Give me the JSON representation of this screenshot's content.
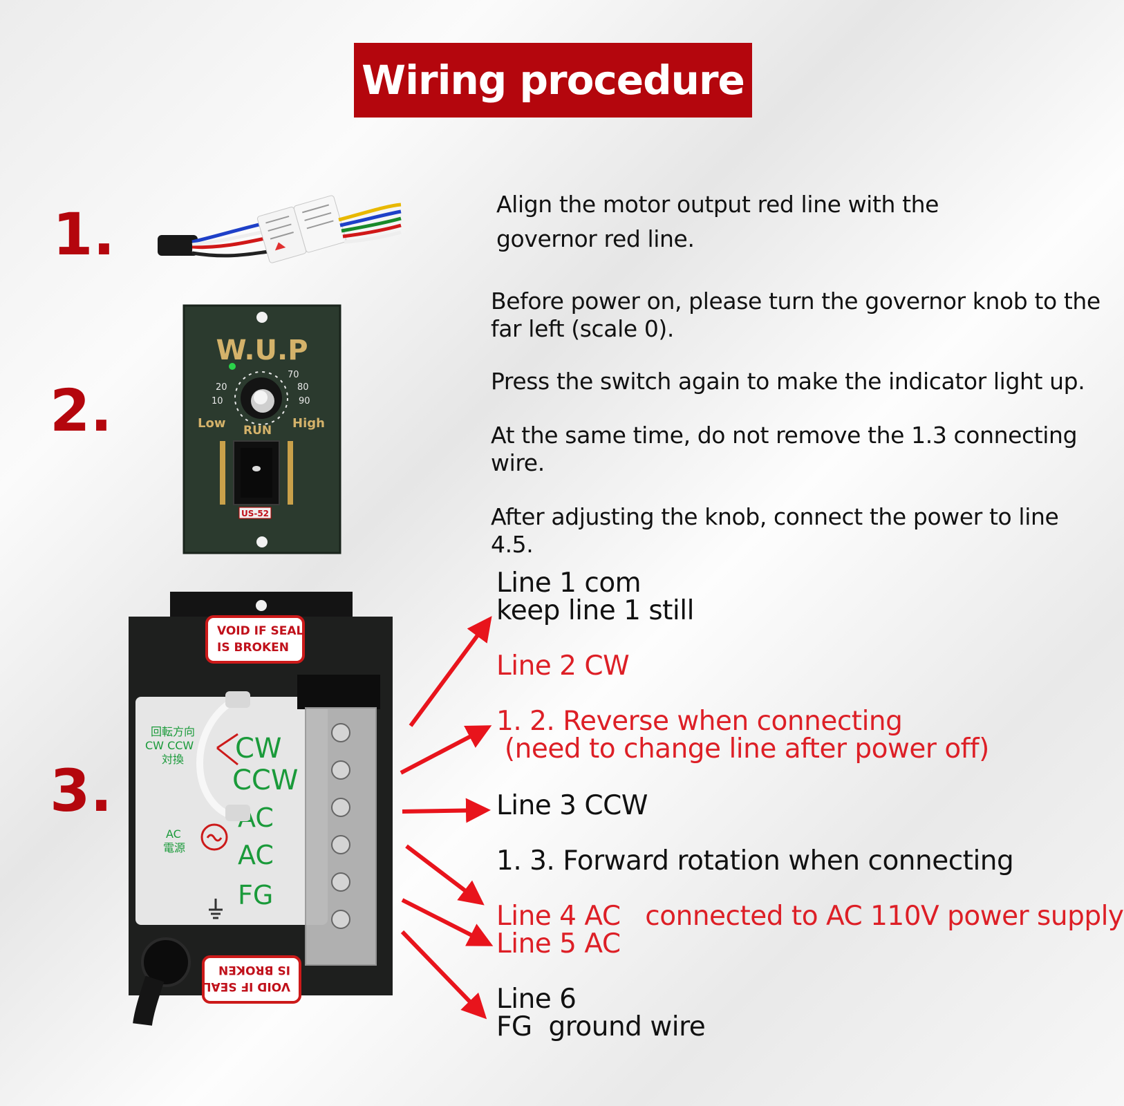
{
  "title": "Wiring procedure",
  "steps": [
    {
      "number": "1."
    },
    {
      "number": "2."
    },
    {
      "number": "3."
    }
  ],
  "instructions": {
    "align_red_line": [
      "Align the motor output red line with the",
      "governor red line."
    ],
    "knob_far_left": [
      "Before power on, please turn the governor knob to the",
      "far left (scale 0)."
    ],
    "press_switch": "Press the switch again to make the indicator light up.",
    "do_not_remove": [
      "At the same time, do not remove the 1.3 connecting",
      "wire."
    ],
    "connect_power": "After adjusting the knob, connect the power to line 4.5."
  },
  "governor": {
    "brand": "W.U.P",
    "scale": [
      "10",
      "20",
      "70",
      "80",
      "90"
    ],
    "low_label": "Low",
    "high_label": "High",
    "run_label": "RUN",
    "model": "US-52"
  },
  "terminal_block": {
    "seal_top": [
      "VOID IF SEAL",
      "IS BROKEN"
    ],
    "seal_bottom": [
      "VOID IF SEAL",
      "IS BROKEN"
    ],
    "direction_cn": [
      "回転方向",
      "CW CCW",
      "対換"
    ],
    "ac_cn": [
      "AC",
      "電源"
    ],
    "labels": [
      "CW",
      "CCW",
      "AC",
      "AC",
      "FG"
    ]
  },
  "lines": {
    "line1": [
      "Line 1 com",
      "keep line 1 still"
    ],
    "line2": "Line 2 CW",
    "reverse": [
      "1. 2. Reverse when connecting",
      " (need to change line after power off)"
    ],
    "line3": "Line 3 CCW",
    "forward": "1. 3. Forward rotation when connecting",
    "line4": "Line 4 AC   connected to AC 110V power supply",
    "line5": "Line 5 AC",
    "line6": [
      "Line 6",
      "FG  ground wire"
    ]
  },
  "colors": {
    "banner": "#b4060d",
    "accent_red": "#dd1f26",
    "governor_body": "#2b3a2e",
    "terminal_body": "#1e1f1e"
  }
}
